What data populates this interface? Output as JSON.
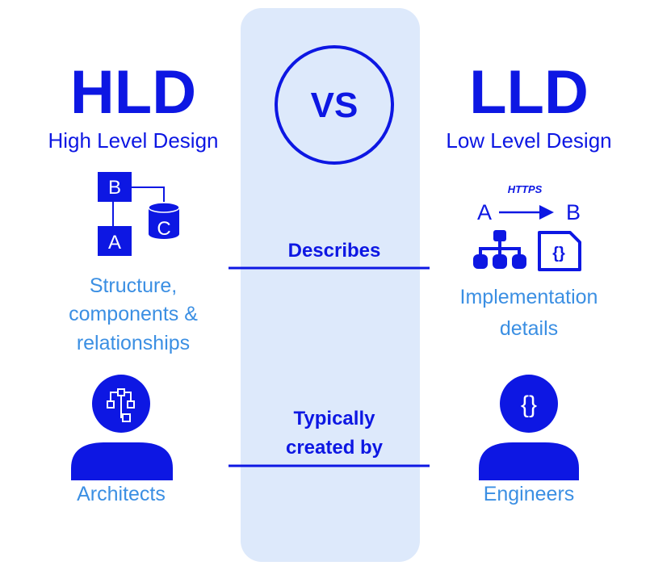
{
  "center": {
    "vs": "VS",
    "describes": "Describes",
    "created_by_line1": "Typically",
    "created_by_line2": "created by"
  },
  "hld": {
    "title": "HLD",
    "subtitle": "High Level Design",
    "icon_labels": [
      "B",
      "A",
      "C"
    ],
    "describes_lines": [
      "Structure,",
      "components &",
      "relationships"
    ],
    "role": "Architects"
  },
  "lld": {
    "title": "LLD",
    "subtitle": "Low Level Design",
    "protocol": "HTTPS",
    "endpoints": [
      "A",
      "B"
    ],
    "code_glyph": "{}",
    "describes_lines": [
      "Implementation",
      "details"
    ],
    "role": "Engineers"
  },
  "colors": {
    "primary": "#0d17e3",
    "secondary": "#3b8fe3",
    "band": "#dde9fb"
  }
}
